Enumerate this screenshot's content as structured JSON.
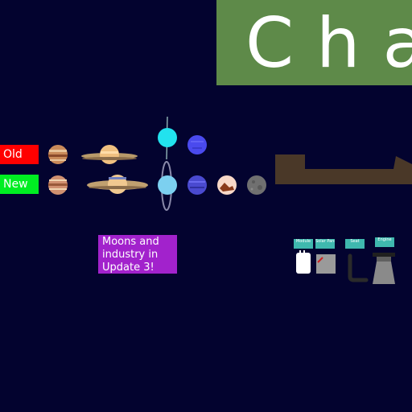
{
  "banner": {
    "text": "Cha"
  },
  "rows": {
    "old_label": "Old",
    "new_label": "New"
  },
  "promo": {
    "text": "Moons and industry in Update 3!"
  },
  "parts": [
    {
      "label": "Module"
    },
    {
      "label": "Solar Panel"
    },
    {
      "label": "Seat"
    },
    {
      "label": "Engine"
    }
  ],
  "colors": {
    "background": "#03032f",
    "banner": "#5e8a49",
    "old": "#ff0000",
    "new": "#00ee22",
    "promo": "#a222cc",
    "part_label": "#3fb8ae",
    "rocket_base": "#4a3828"
  }
}
